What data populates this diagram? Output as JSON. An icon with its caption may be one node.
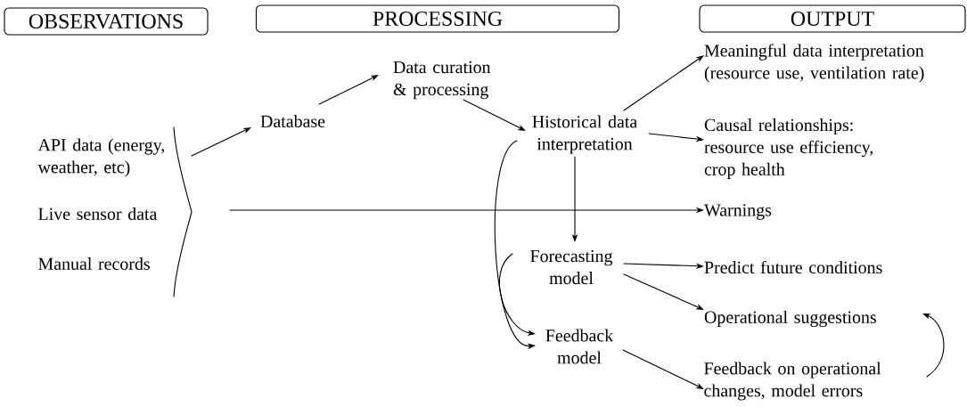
{
  "diagram": {
    "nodes": [
      {
        "text": [
          "OBSERVATIONS"
        ]
      },
      {
        "text": [
          "PROCESSING"
        ]
      },
      {
        "text": [
          "OUTPUT"
        ]
      },
      {
        "text": [
          "API data (energy, weather, etc)"
        ]
      },
      {
        "text": [
          "Live sensor data"
        ]
      },
      {
        "text": [
          "Manual records"
        ]
      },
      {
        "text": [],
        "shape": "brace"
      },
      {
        "text": [
          "Database"
        ]
      },
      {
        "text": [
          "Data curation & processing"
        ]
      },
      {
        "text": [
          "Historical data interpretation"
        ]
      },
      {
        "text": [
          "Forecasting model"
        ]
      },
      {
        "text": [
          "Feedback model"
        ]
      },
      {
        "text": [
          "Meaningful data interpretation (resource use, ventilation rate)"
        ]
      },
      {
        "text": [
          "Causal relationships: resource use efficiency, crop health"
        ]
      },
      {
        "text": [
          "Warnings"
        ]
      },
      {
        "text": [
          "Predict future conditions"
        ]
      },
      {
        "text": [
          "Operational suggestions"
        ]
      },
      {
        "text": [
          "Feedback on operational changes, model errors"
        ]
      }
    ],
    "edges": [
      {
        "from": 6,
        "to": 7,
        "arrow": "to"
      },
      {
        "from": 7,
        "to": 8,
        "arrow": "to"
      },
      {
        "from": 8,
        "to": 9,
        "arrow": "to"
      },
      {
        "from": 9,
        "to": 12,
        "arrow": "to"
      },
      {
        "from": 9,
        "to": 13,
        "arrow": "to"
      },
      {
        "from": 9,
        "to": 10,
        "arrow": "to"
      },
      {
        "from": 6,
        "to": 14,
        "arrow": "to"
      },
      {
        "from": 10,
        "to": 15,
        "arrow": "to"
      },
      {
        "from": 10,
        "to": 16,
        "arrow": "to"
      },
      {
        "from": 11,
        "to": 17,
        "arrow": "to"
      },
      {
        "from": 9,
        "to": 11,
        "arrow": "to"
      },
      {
        "from": 10,
        "to": 11,
        "arrow": "to"
      },
      {
        "from": 17,
        "to": 16,
        "arrow": "to"
      }
    ]
  }
}
